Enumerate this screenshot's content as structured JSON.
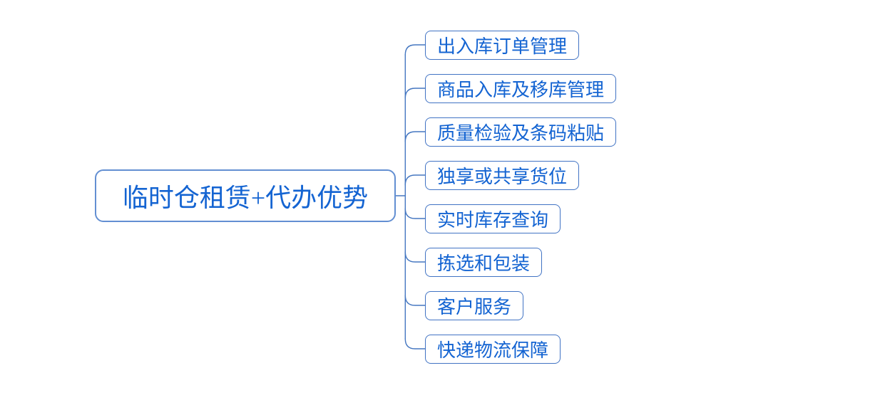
{
  "diagram": {
    "type": "mindmap",
    "root": {
      "label": "临时仓租赁+代办优势"
    },
    "children": [
      {
        "label": "出入库订单管理"
      },
      {
        "label": "商品入库及移库管理"
      },
      {
        "label": "质量检验及条码粘贴"
      },
      {
        "label": "独享或共享货位"
      },
      {
        "label": "实时库存查询"
      },
      {
        "label": "拣选和包装"
      },
      {
        "label": "客户服务"
      },
      {
        "label": "快递物流保障"
      }
    ],
    "colors": {
      "background": "#ffffff",
      "node_text": "#1464d2",
      "child_border": "#4173c4",
      "root_border": "#638fd2",
      "connector": "#4577c1"
    }
  }
}
